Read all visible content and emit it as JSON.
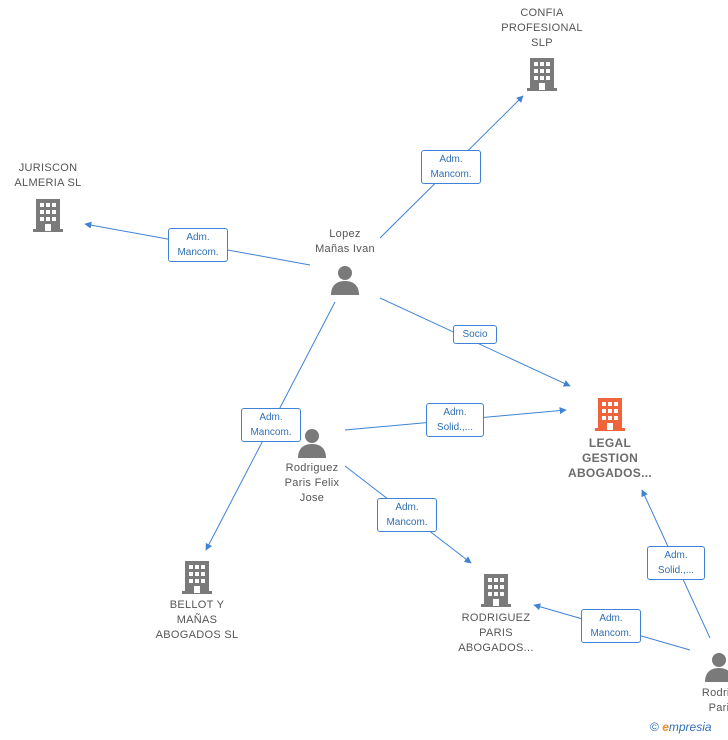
{
  "nodes": {
    "confia": {
      "label": "CONFIA\nPROFESIONAL\nSLP",
      "type": "company"
    },
    "juriscon": {
      "label": "JURISCON\nALMERIA SL",
      "type": "company"
    },
    "lopez": {
      "label": "Lopez\nMañas Ivan",
      "type": "person"
    },
    "legal": {
      "label": "LEGAL\nGESTION\nABOGADOS...",
      "type": "company-highlight"
    },
    "rodriguez_felix": {
      "label": "Rodriguez\nParis Felix\nJose",
      "type": "person"
    },
    "bellot": {
      "label": "BELLOT Y\nMAÑAS\nABOGADOS SL",
      "type": "company"
    },
    "rodriguez_paris": {
      "label": "RODRIGUEZ\nPARIS\nABOGADOS...",
      "type": "company"
    },
    "rodrig_partial": {
      "label": "Rodrig\nPari",
      "type": "person"
    }
  },
  "edges": [
    {
      "from": "lopez",
      "to": "confia",
      "label": "Adm.\nMancom."
    },
    {
      "from": "lopez",
      "to": "juriscon",
      "label": "Adm.\nMancom."
    },
    {
      "from": "lopez",
      "to": "legal",
      "label": "Socio"
    },
    {
      "from": "lopez",
      "to": "bellot",
      "label": "Adm.\nMancom."
    },
    {
      "from": "rodriguez_felix",
      "to": "legal",
      "label": "Adm.\nSolid.,..."
    },
    {
      "from": "rodriguez_felix",
      "to": "rodriguez_paris",
      "label": "Adm.\nMancom."
    },
    {
      "from": "rodrig_partial",
      "to": "legal",
      "label": "Adm.\nSolid.,..."
    },
    {
      "from": "rodrig_partial",
      "to": "rodriguez_paris",
      "label": "Adm.\nMancom."
    }
  ],
  "colors": {
    "edge": "#3f82d6",
    "company": "#7a7a7a",
    "company_highlight": "#f0643c",
    "person": "#7a7a7a"
  },
  "footer": {
    "copyright": "©",
    "brand_e": "e",
    "brand_rest": "mpresia"
  }
}
